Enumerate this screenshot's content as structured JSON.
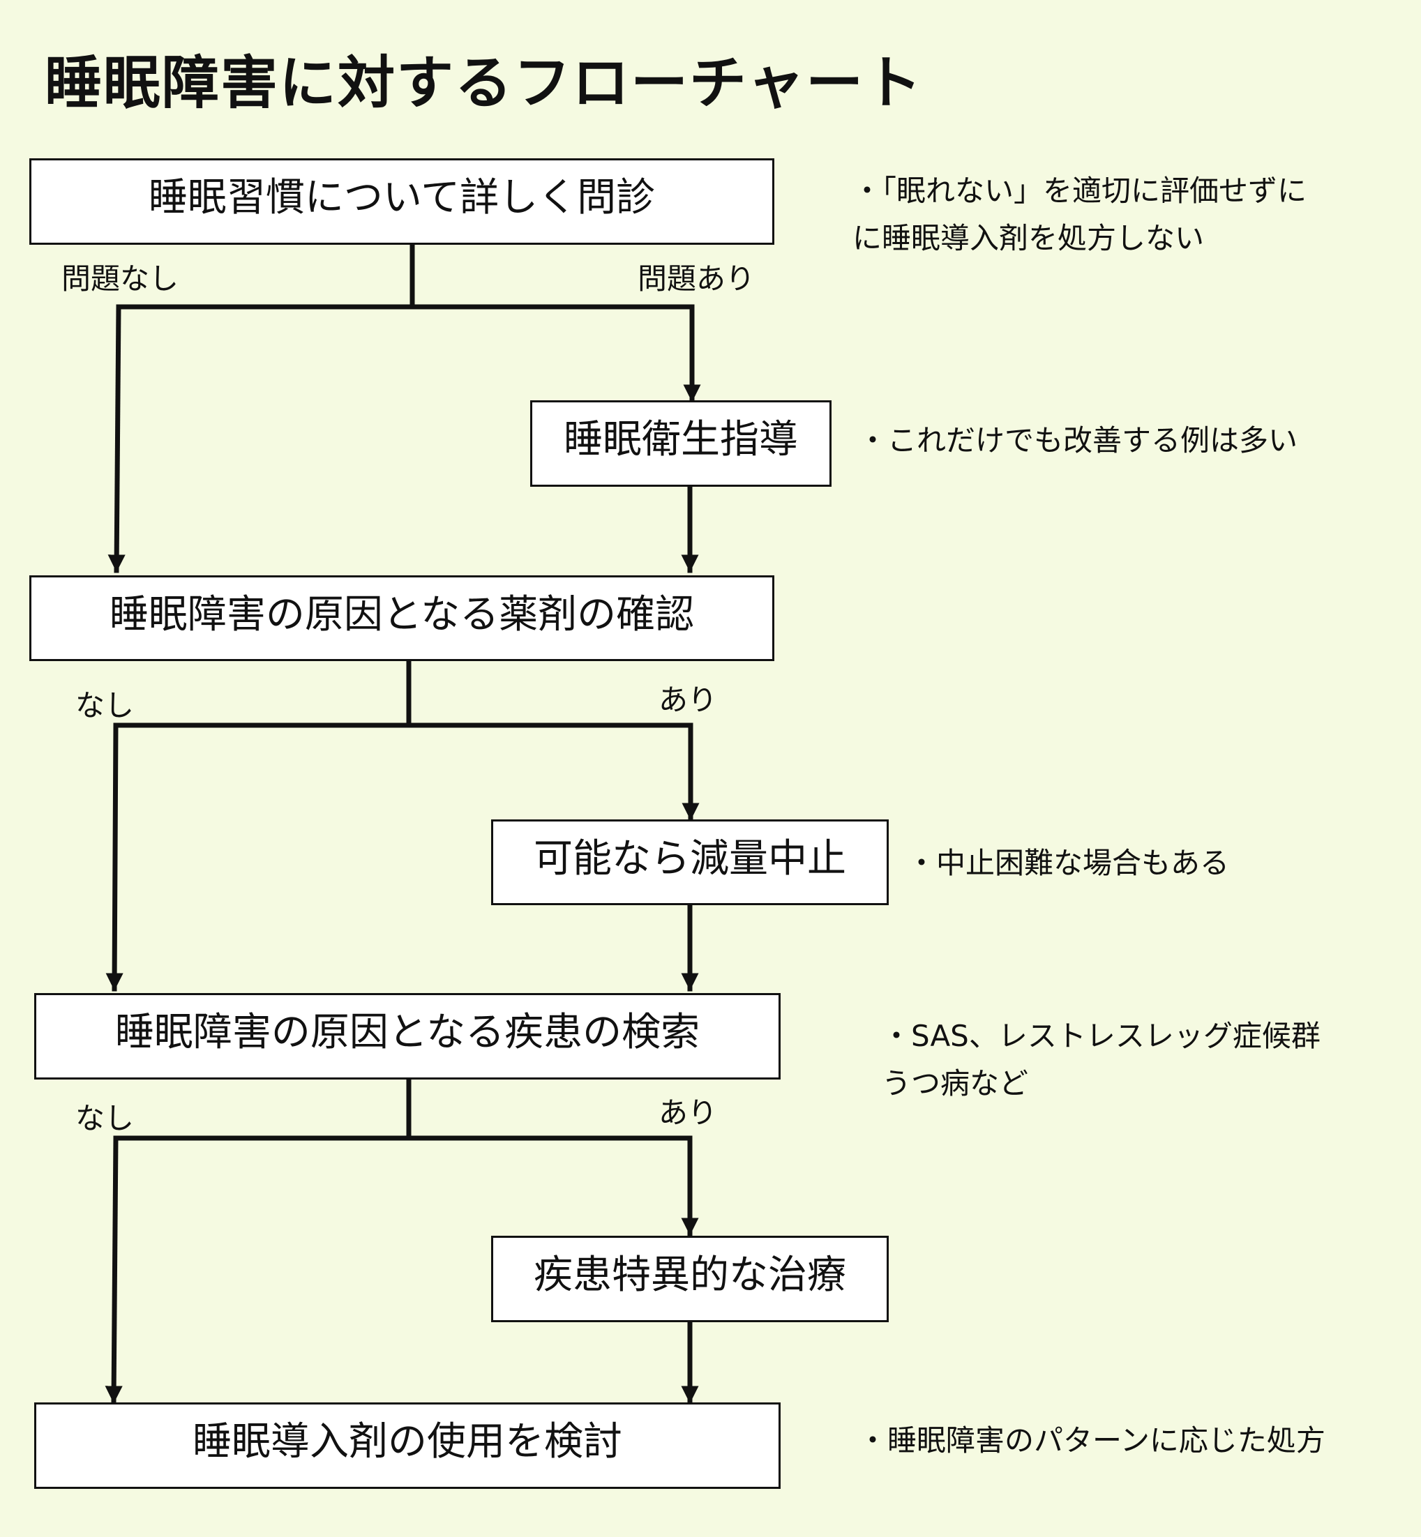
{
  "title": "睡眠障害に対するフローチャート",
  "boxes": {
    "interview": "睡眠習慣について詳しく問診",
    "hygiene": "睡眠衛生指導",
    "drug_check": "睡眠障害の原因となる薬剤の確認",
    "reduce": "可能なら減量中止",
    "disease_search": "睡眠障害の原因となる疾患の検索",
    "disease_treatment": "疾患特異的な治療",
    "hypnotic": "睡眠導入剤の使用を検討"
  },
  "branch_labels": {
    "interview_no": "問題なし",
    "interview_yes": "問題あり",
    "drug_no": "なし",
    "drug_yes": "あり",
    "disease_no": "なし",
    "disease_yes": "あり"
  },
  "notes": {
    "interview": [
      "・「眠れない」を適切に評価せずに",
      "に睡眠導入剤を処方しない"
    ],
    "hygiene": [
      "・これだけでも改善する例は多い"
    ],
    "reduce": [
      "・中止困難な場合もある"
    ],
    "disease": [
      "・SAS、レストレスレッグ症候群",
      "うつ病など"
    ],
    "hypnotic": [
      "・睡眠障害のパターンに応じた処方"
    ]
  },
  "colors": {
    "background": "#f5fae1",
    "box_fill": "#ffffff",
    "line": "#111111"
  }
}
